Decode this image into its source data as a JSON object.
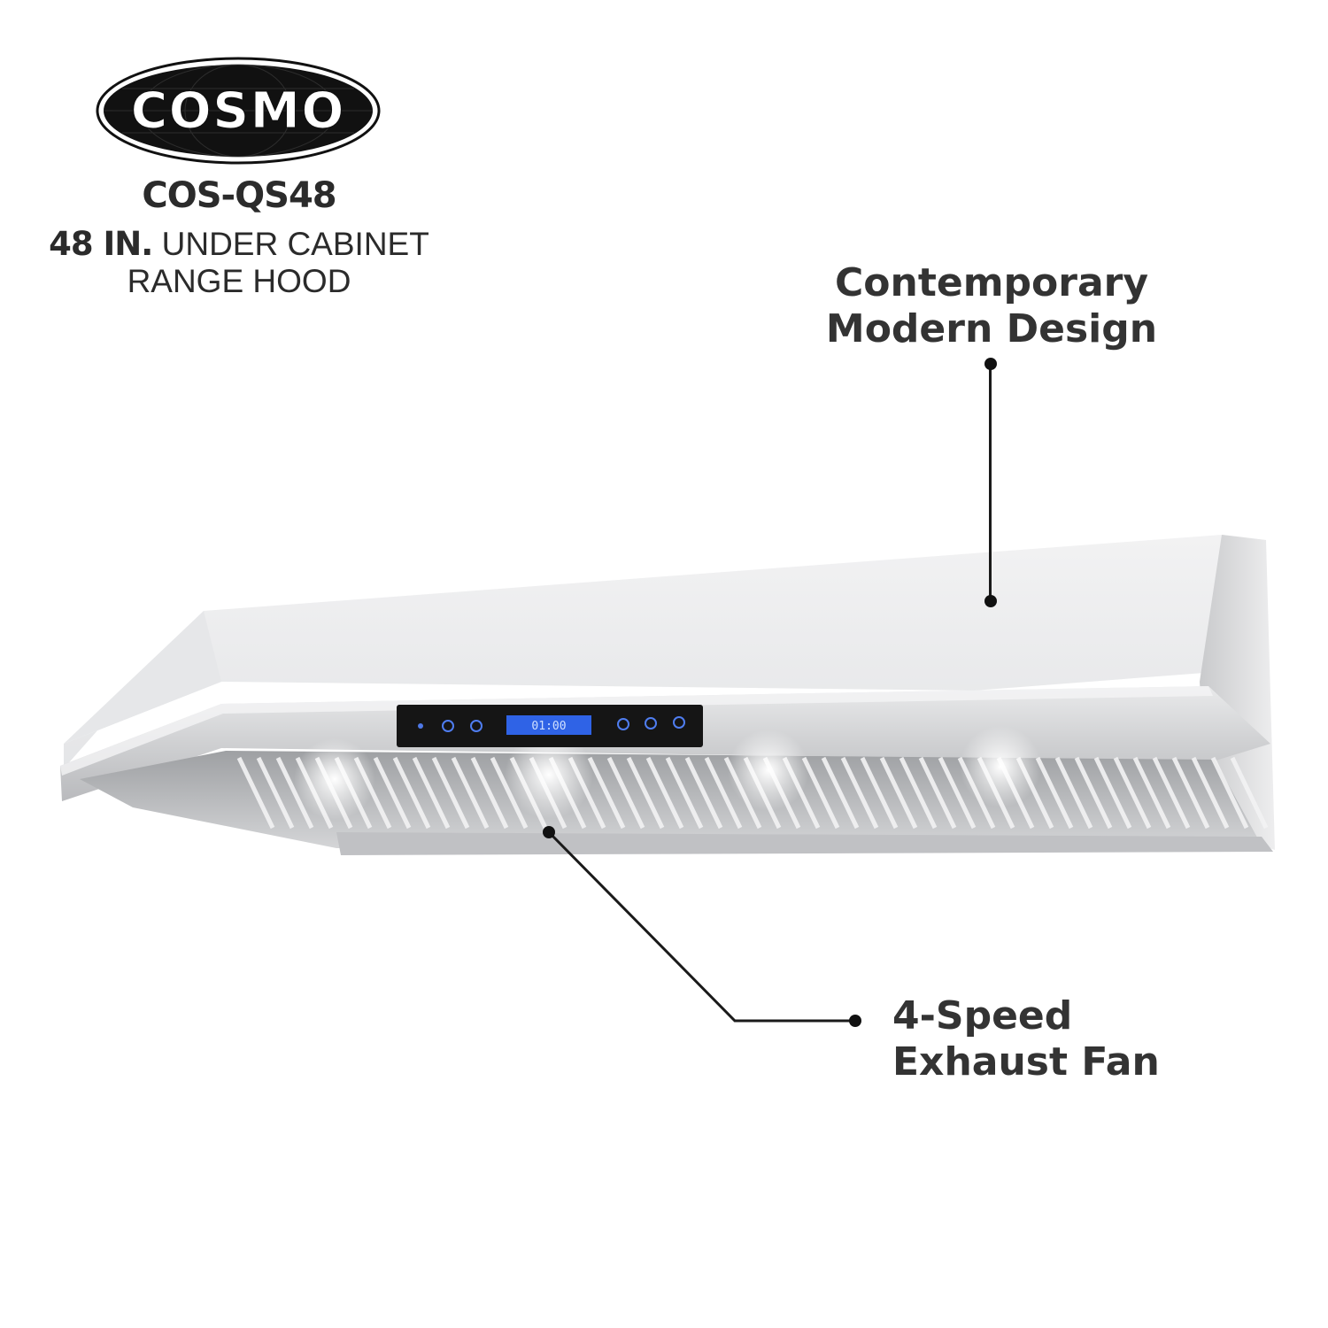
{
  "brand": {
    "logo_text": "COSMO"
  },
  "product": {
    "model": "COS-QS48",
    "size_bold": "48 IN.",
    "size_rest": " UNDER CABINET",
    "line2": "RANGE HOOD"
  },
  "callouts": {
    "design": {
      "line1": "Contemporary",
      "line2": "Modern Design"
    },
    "fan": {
      "line1": "4-Speed",
      "line2": "Exhaust Fan"
    }
  },
  "control_panel": {
    "display_time": "01:00",
    "icons": [
      "wifi-icon",
      "power-icon",
      "light-icon",
      "minus-icon",
      "plus-icon",
      "timer-icon"
    ]
  },
  "colors": {
    "text": "#333333",
    "logo_bg": "#111111",
    "steel": "#d9dadc",
    "display": "#2f63e6"
  }
}
